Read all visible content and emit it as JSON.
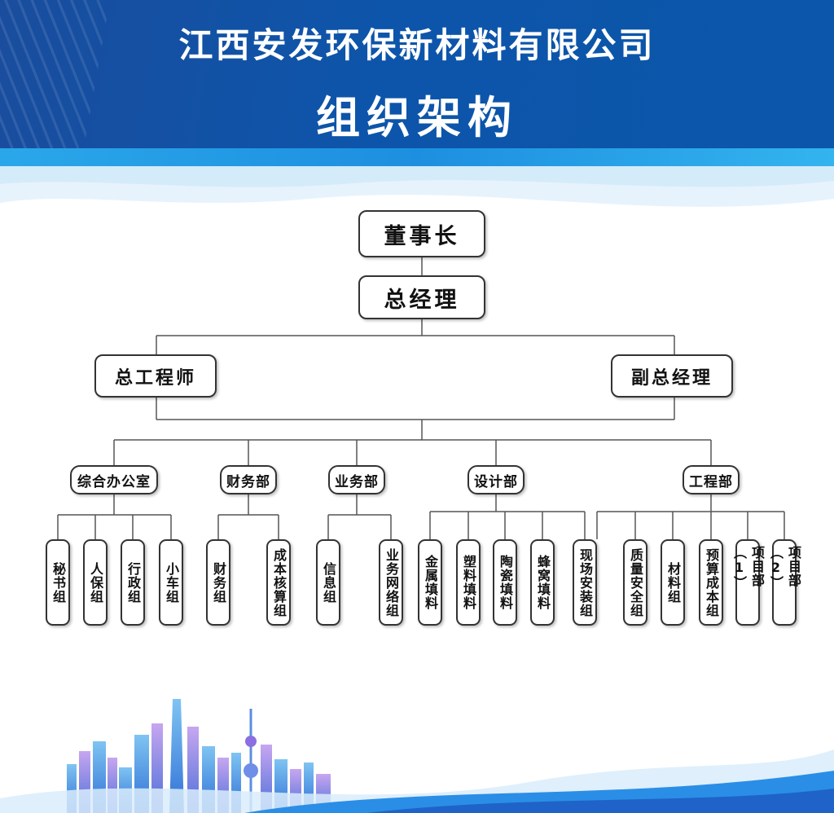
{
  "header": {
    "company": "江西安发环保新材料有限公司",
    "title": "组织架构"
  },
  "org": {
    "chairman": "董事长",
    "gm": "总经理",
    "chief_engineer": "总工程师",
    "deputy_gm": "副总经理",
    "departments": [
      {
        "name": "综合办公室",
        "units": [
          "秘书组",
          "人保组",
          "行政组",
          "小车组"
        ]
      },
      {
        "name": "财务部",
        "units": [
          "财务组",
          "成本核算组"
        ]
      },
      {
        "name": "业务部",
        "units": [
          "信息组",
          "业务网络组"
        ]
      },
      {
        "name": "设计部",
        "units": [
          "金属填料",
          "塑料填料",
          "陶瓷填料",
          "蜂窝填料"
        ]
      },
      {
        "name": "工程部",
        "units": [
          "现场安装组",
          "质量安全组",
          "材料组",
          "预算成本组",
          "项目部（1）",
          "项目部（2）"
        ]
      }
    ]
  },
  "colors": {
    "header_blue": "#0d55aa",
    "band_blue": "#2aa7ea",
    "box_border": "#333333"
  }
}
